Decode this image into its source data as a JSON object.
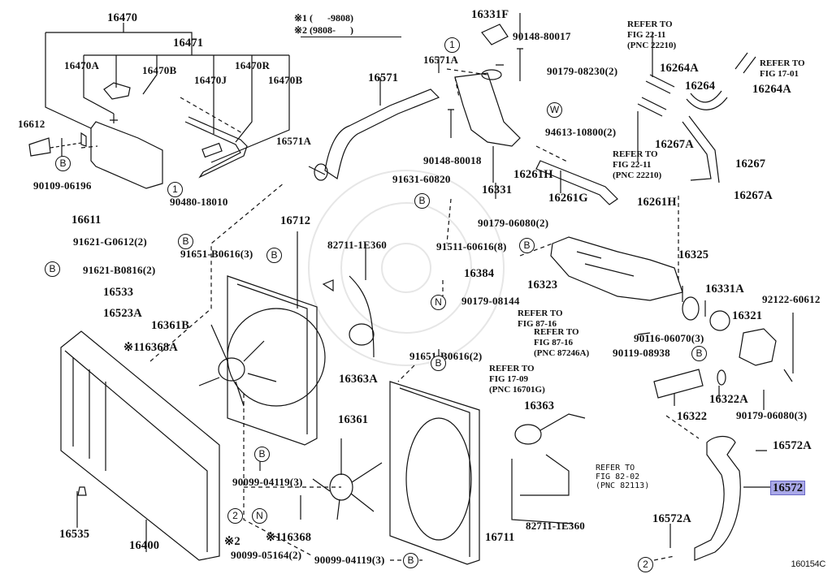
{
  "figure": {
    "id": "160154C",
    "highlighted_part": "16572",
    "legend": {
      "note1": "※1 (      -9808)",
      "note2": "※2 (9808-      )"
    }
  },
  "labels": {
    "p16470": "16470",
    "p16471": "16471",
    "p16470A": "16470A",
    "p16470B_1": "16470B",
    "p16470J": "16470J",
    "p16470R": "16470R",
    "p16470B_2": "16470B",
    "p16612": "16612",
    "p90109_06196": "90109-06196",
    "p90480_18010": "90480-18010",
    "p16611": "16611",
    "p91621_G0612": "91621-G0612(2)",
    "p91621_B0816": "91621-B0816(2)",
    "p16533": "16533",
    "p16523A": "16523A",
    "p16361B": "16361B",
    "p16368A": "※116368A",
    "p16535": "16535",
    "p16400": "16400",
    "p90099_05164": "90099-05164(2)",
    "p116368": "※116368",
    "p90099_04119_a": "90099-04119(3)",
    "p90099_04119_b": "90099-04119(3)",
    "p16361": "16361",
    "p16363A": "16363A",
    "p16712": "16712",
    "p91651_B0616_3": "91651-B0616(3)",
    "p82711_1E360_a": "82711-1E360",
    "p16571": "16571",
    "p16571A_a": "16571A",
    "p16571A_b": "16571A",
    "p16331F": "16331F",
    "p90148_80017": "90148-80017",
    "p90148_80018": "90148-80018",
    "p90179_08230": "90179-08230(2)",
    "p94613_10800": "94613-10800(2)",
    "p16331": "16331",
    "p16261H_a": "16261H",
    "p16261G": "16261G",
    "p16261H_b": "16261H",
    "p91631_60820": "91631-60820",
    "p91511_60616": "91511-60616(8)",
    "p16384": "16384",
    "p90179_08144": "90179-08144",
    "p90179_06080_2": "90179-06080(2)",
    "p16323": "16323",
    "p16325": "16325",
    "p16331A": "16331A",
    "p92122_60612": "92122-60612",
    "p16321": "16321",
    "p90116_06070": "90116-06070(3)",
    "p90119_08938": "90119-08938",
    "p16322": "16322",
    "p16322A": "16322A",
    "p90179_06080_3": "90179-06080(3)",
    "p16572A_a": "16572A",
    "p16572": "16572",
    "p16572A_b": "16572A",
    "p91651_B0616_2": "91651-B0616(2)",
    "p16363": "16363",
    "p16711": "16711",
    "p82711_1E360_b": "82711-1E360",
    "p16264A_a": "16264A",
    "p16264": "16264",
    "p16264A_b": "16264A",
    "p16267A_a": "16267A",
    "p16267": "16267",
    "p16267A_b": "16267A"
  },
  "references": {
    "r22_11_a": "REFER TO\nFIG 22-11\n(PNC 22210)",
    "r22_11_b": "REFER TO\nFIG 22-11\n(PNC 22210)",
    "r17_01": "REFER TO\nFIG 17-01",
    "r87_16_a": "REFER TO\nFIG 87-16",
    "r87_16_b": "REFER TO\nFIG 87-16\n(PNC 87246A)",
    "r17_09": "REFER TO\nFIG 17-09\n(PNC 16701G)",
    "r82_02": "REFER TO\nFIG 82-02\n(PNC 82113)"
  },
  "markers": {
    "one": "1",
    "two": "2",
    "B": "B",
    "N": "N",
    "W": "W"
  }
}
